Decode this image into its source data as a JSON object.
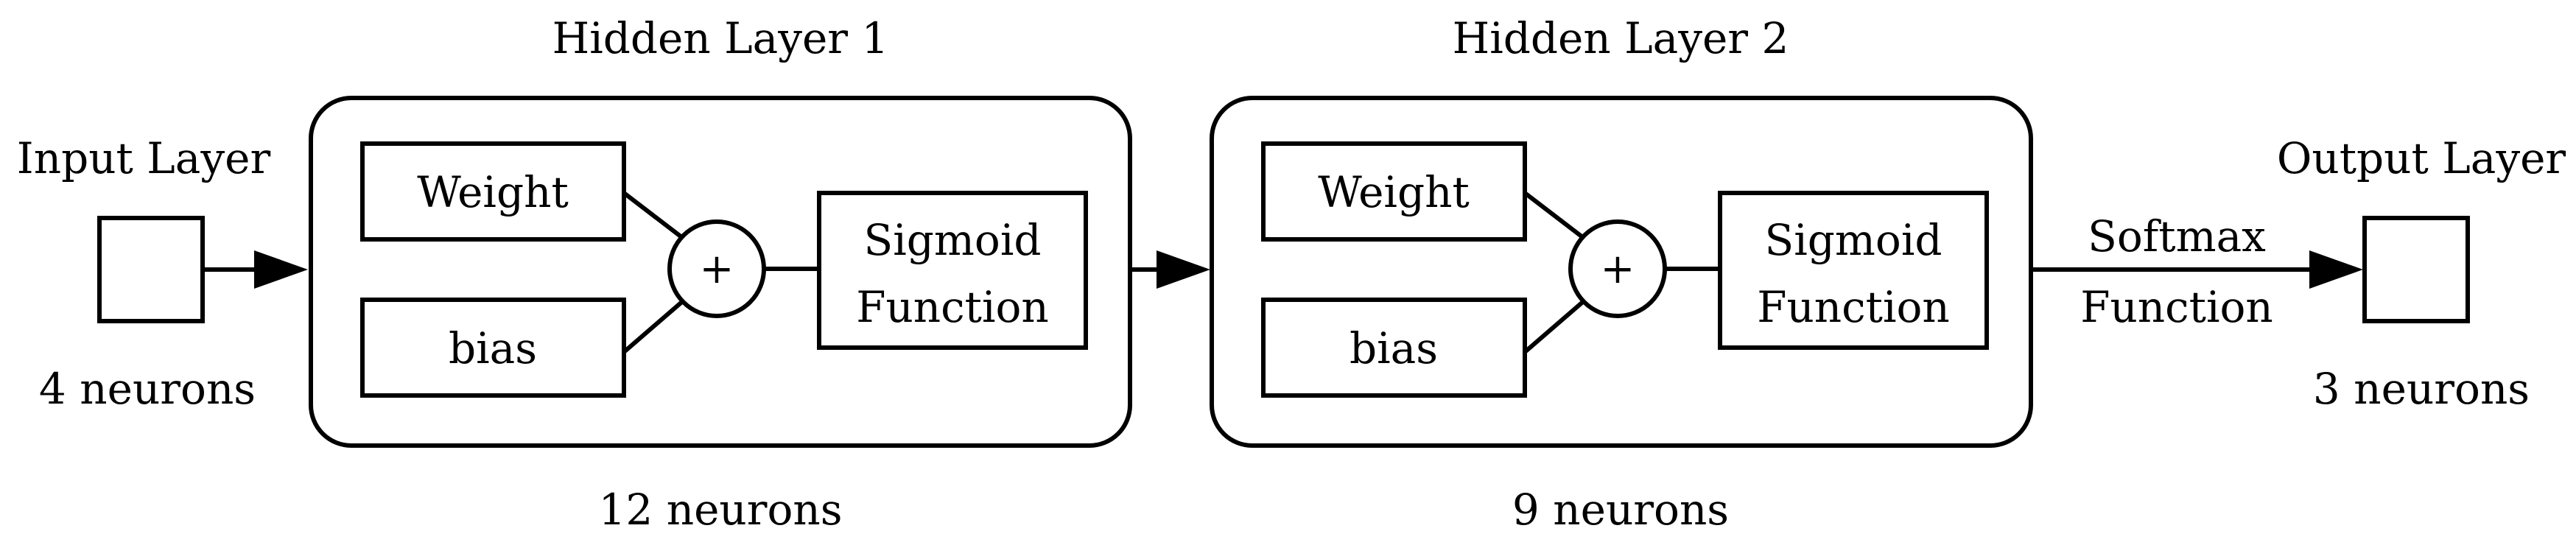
{
  "input_layer": {
    "title": "Input Layer",
    "count": "4 neurons"
  },
  "hidden_layer_1": {
    "title": "Hidden Layer 1",
    "count": "12 neurons",
    "weight_label": "Weight",
    "bias_label": "bias",
    "sum_label": "+",
    "activation_line1": "Sigmoid",
    "activation_line2": "Function"
  },
  "hidden_layer_2": {
    "title": "Hidden Layer 2",
    "count": "9 neurons",
    "weight_label": "Weight",
    "bias_label": "bias",
    "sum_label": "+",
    "activation_line1": "Sigmoid",
    "activation_line2": "Function"
  },
  "output_layer": {
    "title": "Output Layer",
    "count": "3 neurons",
    "function_line1": "Softmax",
    "function_line2": "Function"
  }
}
